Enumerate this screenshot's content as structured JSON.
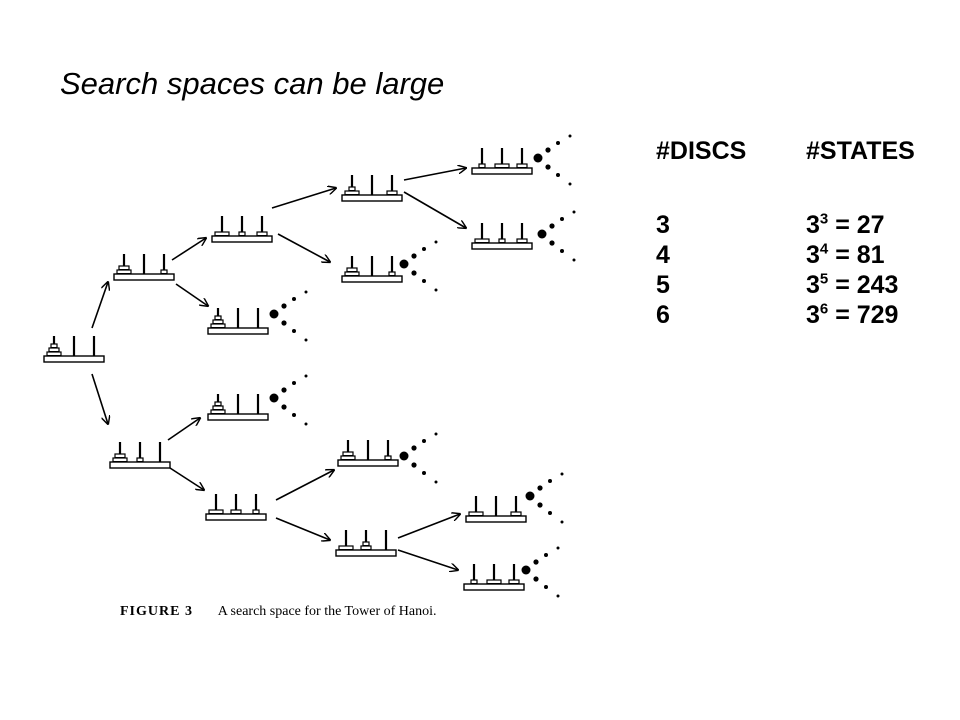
{
  "slide": {
    "title": "Search spaces can be large"
  },
  "figure": {
    "caption_label": "FIGURE 3",
    "caption_text": "A search space for the Tower of Hanoi."
  },
  "table": {
    "header_discs": "#DISCS",
    "header_states": "#STATES",
    "rows": [
      {
        "discs": "3",
        "base": "3",
        "exp": "3",
        "result": " = 27"
      },
      {
        "discs": "4",
        "base": "3",
        "exp": "4",
        "result": " = 81"
      },
      {
        "discs": "5",
        "base": "3",
        "exp": "5",
        "result": " = 243"
      },
      {
        "discs": "6",
        "base": "3",
        "exp": "6",
        "result": " = 729"
      }
    ]
  }
}
